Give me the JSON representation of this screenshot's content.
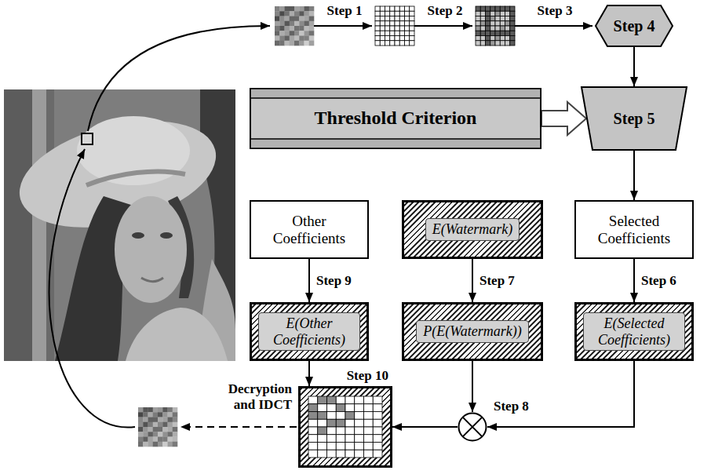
{
  "diagram": {
    "nodes": [
      {
        "text": [
          "Step 4"
        ]
      },
      {
        "text": [
          "Threshold Criterion"
        ]
      },
      {
        "text": [
          "Step 5"
        ]
      },
      {
        "text": [
          "Other Coefficients"
        ]
      },
      {
        "text": [
          "E(Watermark)"
        ]
      },
      {
        "text": [
          "Selected Coefficients"
        ]
      },
      {
        "text": [
          "E(Other Coefficients)"
        ]
      },
      {
        "text": [
          "P(E(Watermark))"
        ]
      },
      {
        "text": [
          "E(Selected Coefficients)"
        ]
      },
      {
        "text": [
          "Step 8"
        ]
      },
      {
        "text": [
          "Step 10"
        ]
      }
    ],
    "edges": [
      {
        "from": 0,
        "to": 2,
        "arrow": "to"
      },
      {
        "from": 1,
        "to": 2,
        "arrow": "to"
      },
      {
        "from": 2,
        "to": 5,
        "arrow": "to"
      },
      {
        "from": 3,
        "to": 6,
        "label": "Step 9",
        "arrow": "to"
      },
      {
        "from": 4,
        "to": 7,
        "label": "Step 7",
        "arrow": "to"
      },
      {
        "from": 5,
        "to": 8,
        "label": "Step 6",
        "arrow": "to"
      },
      {
        "from": 7,
        "to": 9,
        "arrow": "to"
      },
      {
        "from": 8,
        "to": 9,
        "arrow": "to"
      },
      {
        "from": 9,
        "to": 10,
        "arrow": "to"
      },
      {
        "from": 6,
        "to": 10,
        "arrow": "to"
      }
    ],
    "labels": [
      "Step 1",
      "Step 2",
      "Step 3",
      "Decryption and IDCT"
    ]
  }
}
